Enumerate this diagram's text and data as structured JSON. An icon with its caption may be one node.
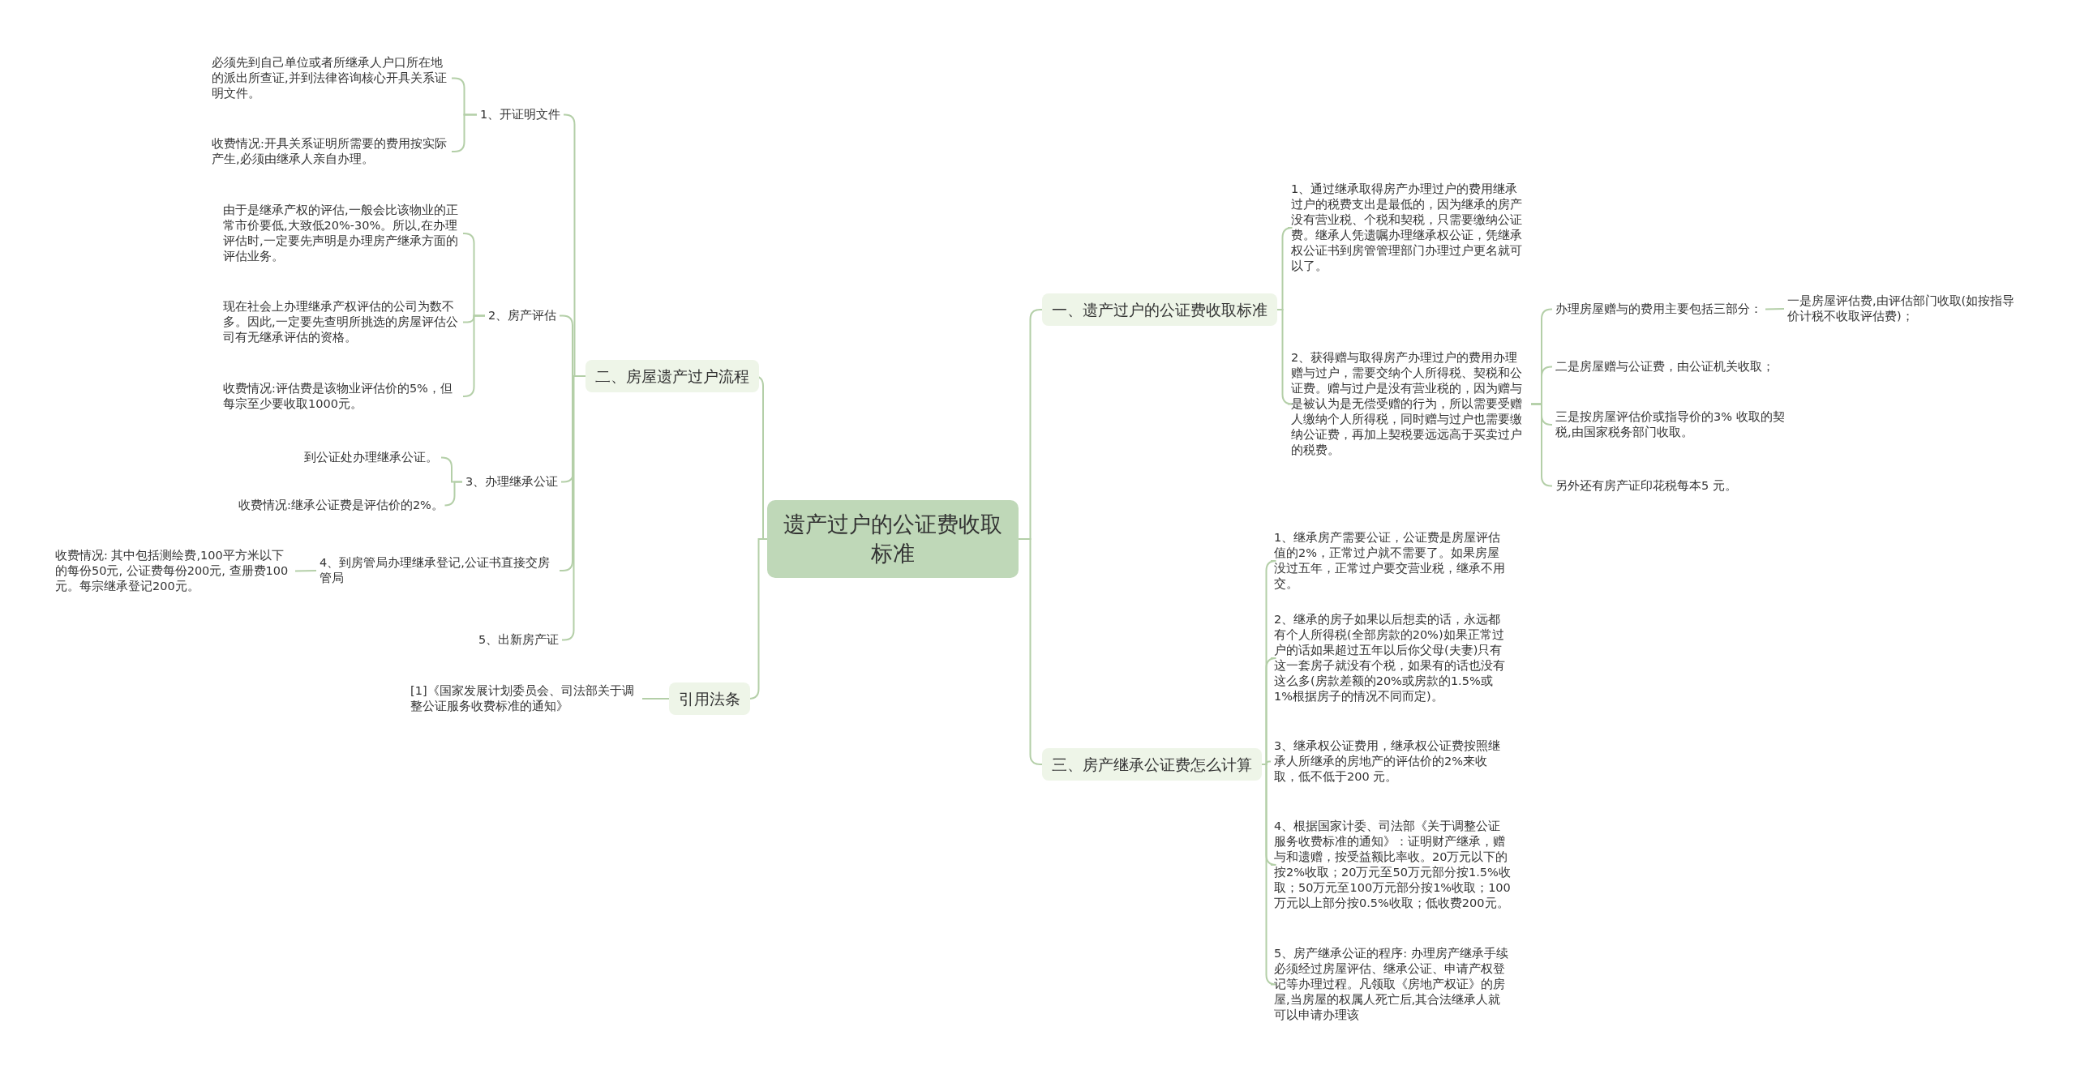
{
  "diagram": {
    "nodes": [
      {
        "text": [
          "遗产过户的公证费收取标准"
        ]
      },
      {
        "text": [
          "一、遗产过户的公证费收取标准"
        ]
      },
      {
        "text": [
          "1、通过继承取得房产办理过户的费用继承过户的税费支出是最低的，因为继承的房产没有营业税、个税和契税，只需要缴纳公证费。继承人凭遗嘱办理继承权公证，凭继承权公证书到房管管理部门办理过户更名就可以了。"
        ]
      },
      {
        "text": [
          "2、获得赠与取得房产办理过户的费用办理赠与过户，需要交纳个人所得税、契税和公证费。赠与过户是没有营业税的，因为赠与是被认为是无偿受赠的行为，所以需要受赠人缴纳个人所得税，同时赠与过户也需要缴纳公证费，再加上契税要远远高于买卖过户的税费。"
        ]
      },
      {
        "text": [
          "办理房屋赠与的费用主要包括三部分："
        ]
      },
      {
        "text": [
          "一是房屋评估费,由评估部门收取(如按指导价计税不收取评估费)；"
        ]
      },
      {
        "text": [
          "二是房屋赠与公证费，由公证机关收取；"
        ]
      },
      {
        "text": [
          "三是按房屋评估价或指导价的3% 收取的契税,由国家税务部门收取。"
        ]
      },
      {
        "text": [
          "另外还有房产证印花税每本5 元。"
        ]
      },
      {
        "text": [
          "三、房产继承公证费怎么计算"
        ]
      },
      {
        "text": [
          "1、继承房产需要公证，公证费是房屋评估值的2%，正常过户就不需要了。如果房屋没过五年，正常过户要交营业税，继承不用交。"
        ]
      },
      {
        "text": [
          "2、继承的房子如果以后想卖的话，永远都有个人所得税(全部房款的20%)如果正常过户的话如果超过五年以后你父母(夫妻)只有这一套房子就没有个税，如果有的话也没有这么多(房款差额的20%或房款的1.5%或1%根据房子的情况不同而定)。"
        ]
      },
      {
        "text": [
          "3、继承权公证费用，继承权公证费按照继承人所继承的房地产的评估价的2%来收取，低不低于200 元。"
        ]
      },
      {
        "text": [
          "4、根据国家计委、司法部《关于调整公证服务收费标准的通知》：证明财产继承，赠与和遗赠，按受益额比率收。20万元以下的按2%收取；20万元至50万元部分按1.5%收取；50万元至100万元部分按1%收取；100万元以上部分按0.5%收取；低收费200元。"
        ]
      },
      {
        "text": [
          "5、房产继承公证的程序: 办理房产继承手续必须经过房屋评估、继承公证、申请产权登记等办理过程。凡领取《房地产权证》的房屋,当房屋的权属人死亡后,其合法继承人就可以申请办理该"
        ]
      },
      {
        "text": [
          "二、房屋遗产过户流程"
        ]
      },
      {
        "text": [
          "1、开证明文件"
        ]
      },
      {
        "text": [
          "必须先到自己单位或者所继承人户口所在地的派出所查证,并到法律咨询核心开具关系证明文件。"
        ]
      },
      {
        "text": [
          "收费情况:开具关系证明所需要的费用按实际产生,必须由继承人亲自办理。"
        ]
      },
      {
        "text": [
          "2、房产评估"
        ]
      },
      {
        "text": [
          "由于是继承产权的评估,一般会比该物业的正常市价要低,大致低20%-30%。所以,在办理评估时,一定要先声明是办理房产继承方面的评估业务。"
        ]
      },
      {
        "text": [
          "现在社会上办理继承产权评估的公司为数不多。因此,一定要先查明所挑选的房屋评估公司有无继承评估的资格。"
        ]
      },
      {
        "text": [
          "收费情况:评估费是该物业评估价的5%，但每宗至少要收取1000元。"
        ]
      },
      {
        "text": [
          "3、办理继承公证"
        ]
      },
      {
        "text": [
          "到公证处办理继承公证。"
        ]
      },
      {
        "text": [
          "收费情况:继承公证费是评估价的2%。"
        ]
      },
      {
        "text": [
          "4、到房管局办理继承登记,公证书直接交房管局"
        ]
      },
      {
        "text": [
          "收费情况: 其中包括测绘费,100平方米以下的每份50元, 公证费每份200元, 查册费100元。每宗继承登记200元。"
        ]
      },
      {
        "text": [
          "5、出新房产证"
        ]
      },
      {
        "text": [
          "引用法条"
        ]
      },
      {
        "text": [
          "[1]《国家发展计划委员会、司法部关于调整公证服务收费标准的通知》"
        ]
      }
    ],
    "edges": [
      {
        "from": 0,
        "to": 1,
        "arrow": "none"
      },
      {
        "from": 1,
        "to": 2,
        "arrow": "none"
      },
      {
        "from": 1,
        "to": 3,
        "arrow": "none"
      },
      {
        "from": 3,
        "to": 4,
        "arrow": "none"
      },
      {
        "from": 4,
        "to": 5,
        "arrow": "none"
      },
      {
        "from": 3,
        "to": 6,
        "arrow": "none"
      },
      {
        "from": 3,
        "to": 7,
        "arrow": "none"
      },
      {
        "from": 3,
        "to": 8,
        "arrow": "none"
      },
      {
        "from": 0,
        "to": 9,
        "arrow": "none"
      },
      {
        "from": 9,
        "to": 10,
        "arrow": "none"
      },
      {
        "from": 9,
        "to": 11,
        "arrow": "none"
      },
      {
        "from": 9,
        "to": 12,
        "arrow": "none"
      },
      {
        "from": 9,
        "to": 13,
        "arrow": "none"
      },
      {
        "from": 9,
        "to": 14,
        "arrow": "none"
      },
      {
        "from": 0,
        "to": 15,
        "arrow": "none"
      },
      {
        "from": 15,
        "to": 16,
        "arrow": "none"
      },
      {
        "from": 16,
        "to": 17,
        "arrow": "none"
      },
      {
        "from": 16,
        "to": 18,
        "arrow": "none"
      },
      {
        "from": 15,
        "to": 19,
        "arrow": "none"
      },
      {
        "from": 19,
        "to": 20,
        "arrow": "none"
      },
      {
        "from": 19,
        "to": 21,
        "arrow": "none"
      },
      {
        "from": 19,
        "to": 22,
        "arrow": "none"
      },
      {
        "from": 15,
        "to": 23,
        "arrow": "none"
      },
      {
        "from": 23,
        "to": 24,
        "arrow": "none"
      },
      {
        "from": 23,
        "to": 25,
        "arrow": "none"
      },
      {
        "from": 15,
        "to": 26,
        "arrow": "none"
      },
      {
        "from": 26,
        "to": 27,
        "arrow": "none"
      },
      {
        "from": 15,
        "to": 28,
        "arrow": "none"
      },
      {
        "from": 0,
        "to": 29,
        "arrow": "none"
      },
      {
        "from": 29,
        "to": 30,
        "arrow": "none"
      }
    ]
  }
}
